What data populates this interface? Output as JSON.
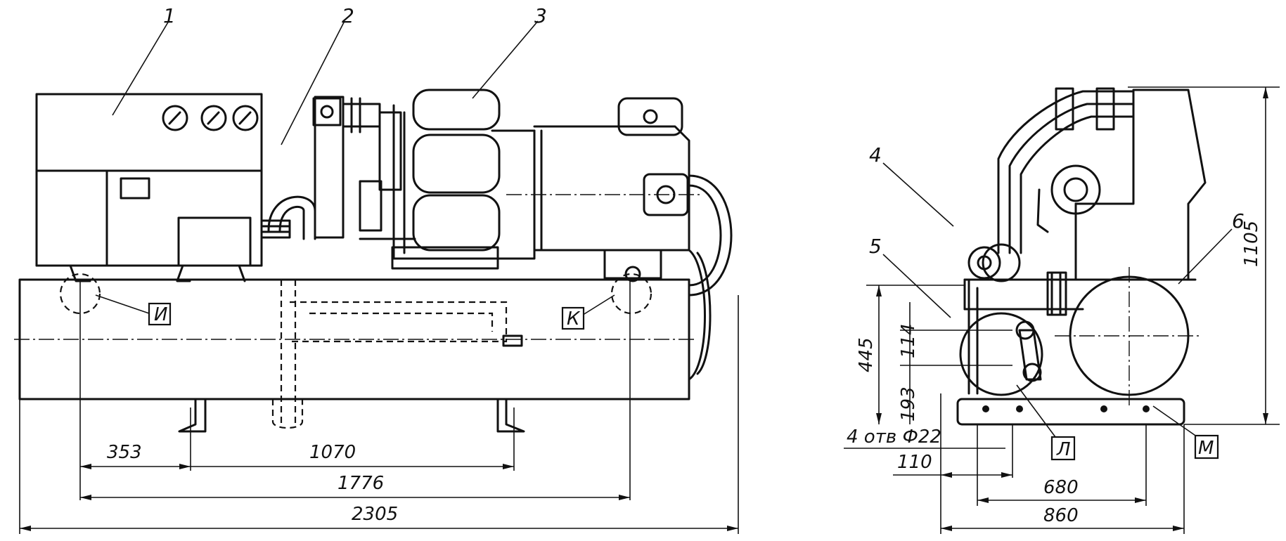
{
  "callouts": {
    "n1": "1",
    "n2": "2",
    "n3": "3",
    "n4": "4",
    "n5": "5",
    "n6": "6"
  },
  "connections": {
    "I": "И",
    "K": "К",
    "L": "Л",
    "M": "М"
  },
  "dimensions": {
    "d353": "353",
    "d1070": "1070",
    "d1776": "1776",
    "d2305": "2305",
    "d1105": "1105",
    "d445": "445",
    "d114": "114",
    "d193": "193",
    "holes": "4 отв Ф22",
    "d110": "110",
    "d680": "680",
    "d860": "860"
  }
}
